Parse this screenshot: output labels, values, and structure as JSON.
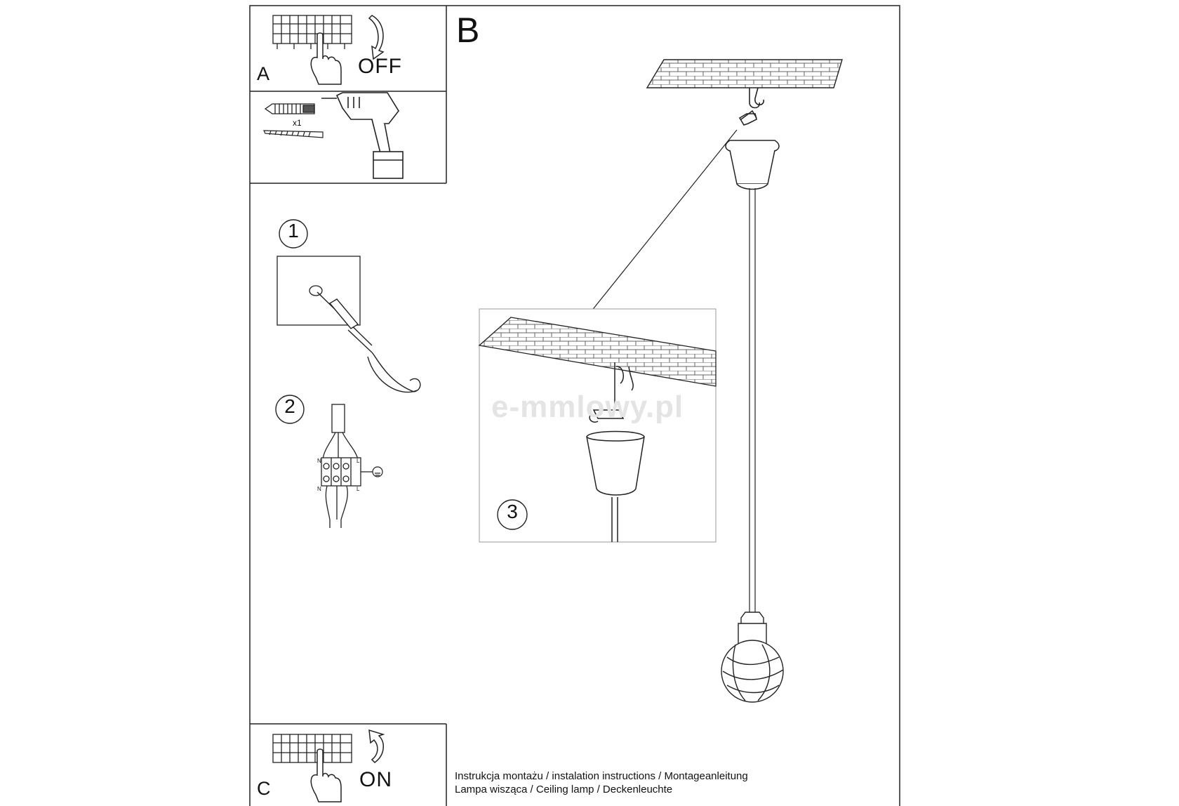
{
  "panel_a": {
    "letter": "A",
    "action": "OFF"
  },
  "panel_b": {
    "letter": "B"
  },
  "panel_c": {
    "letter": "C",
    "action": "ON"
  },
  "tools": {
    "quantity": "x1"
  },
  "steps": [
    "1",
    "2",
    "3"
  ],
  "terminal_labels": {
    "n_top": "N",
    "l_top": "L",
    "n_bottom": "N",
    "l_bottom": "L"
  },
  "footer": {
    "line1": "Instrukcja montażu / instalation instructions / Montageanleitung",
    "line2": "Lampa wisząca / Ceiling lamp  / Deckenleuchte"
  },
  "watermark": {
    "text": "e-mmlowy.pl"
  },
  "icons": [
    "breaker-panel-icon",
    "hand-icon",
    "arrow-down-icon",
    "arrow-up-icon",
    "wall-plug-icon",
    "screw-icon",
    "drill-icon",
    "hook-icon",
    "terminal-block-icon",
    "ground-icon",
    "ceiling-plate-icon",
    "canopy-icon",
    "bulb-icon"
  ]
}
